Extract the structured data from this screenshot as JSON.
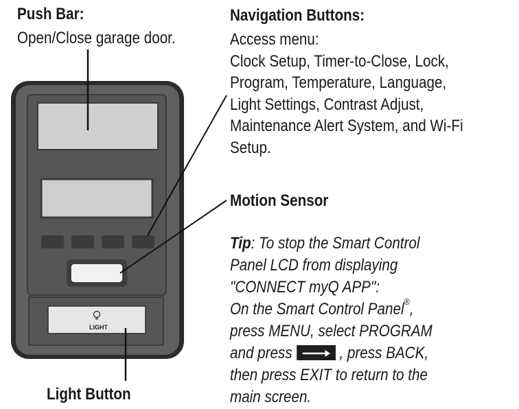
{
  "push_bar": {
    "title": "Push Bar:",
    "description": "Open/Close garage door."
  },
  "navigation": {
    "title": "Navigation Buttons:",
    "lines": [
      "Access menu:",
      "Clock Setup, Timer-to-Close, Lock,",
      "Program, Temperature, Language,",
      "Light Settings, Contrast Adjust,",
      "Maintenance Alert System, and Wi-Fi",
      "Setup."
    ]
  },
  "motion_sensor": {
    "title": "Motion Sensor"
  },
  "light_button": {
    "title": "Light Button",
    "panel_label": "LIGHT"
  },
  "tip": {
    "label": "Tip",
    "line1": ": To stop the Smart Control",
    "line2": "Panel LCD from displaying",
    "line3": "\"CONNECT myQ APP\":",
    "line4": "On the Smart Control Panel",
    "line4_mark": "®",
    "line4_end": ",",
    "line5": "press MENU, select PROGRAM",
    "line6_a": "and press",
    "line6_b": ", press BACK,",
    "line7": "then press EXIT to return to the",
    "line8": "main screen."
  },
  "colors": {
    "body": "#5f6062",
    "body_edge": "#2a2a2a",
    "screen": "#d0d0d1",
    "buttons": "#3b3b3c",
    "light_button": "#e6e6e6",
    "leader_lines": "#111111"
  },
  "icons": [
    "lightbulb-icon",
    "right-arrow-key-icon"
  ]
}
